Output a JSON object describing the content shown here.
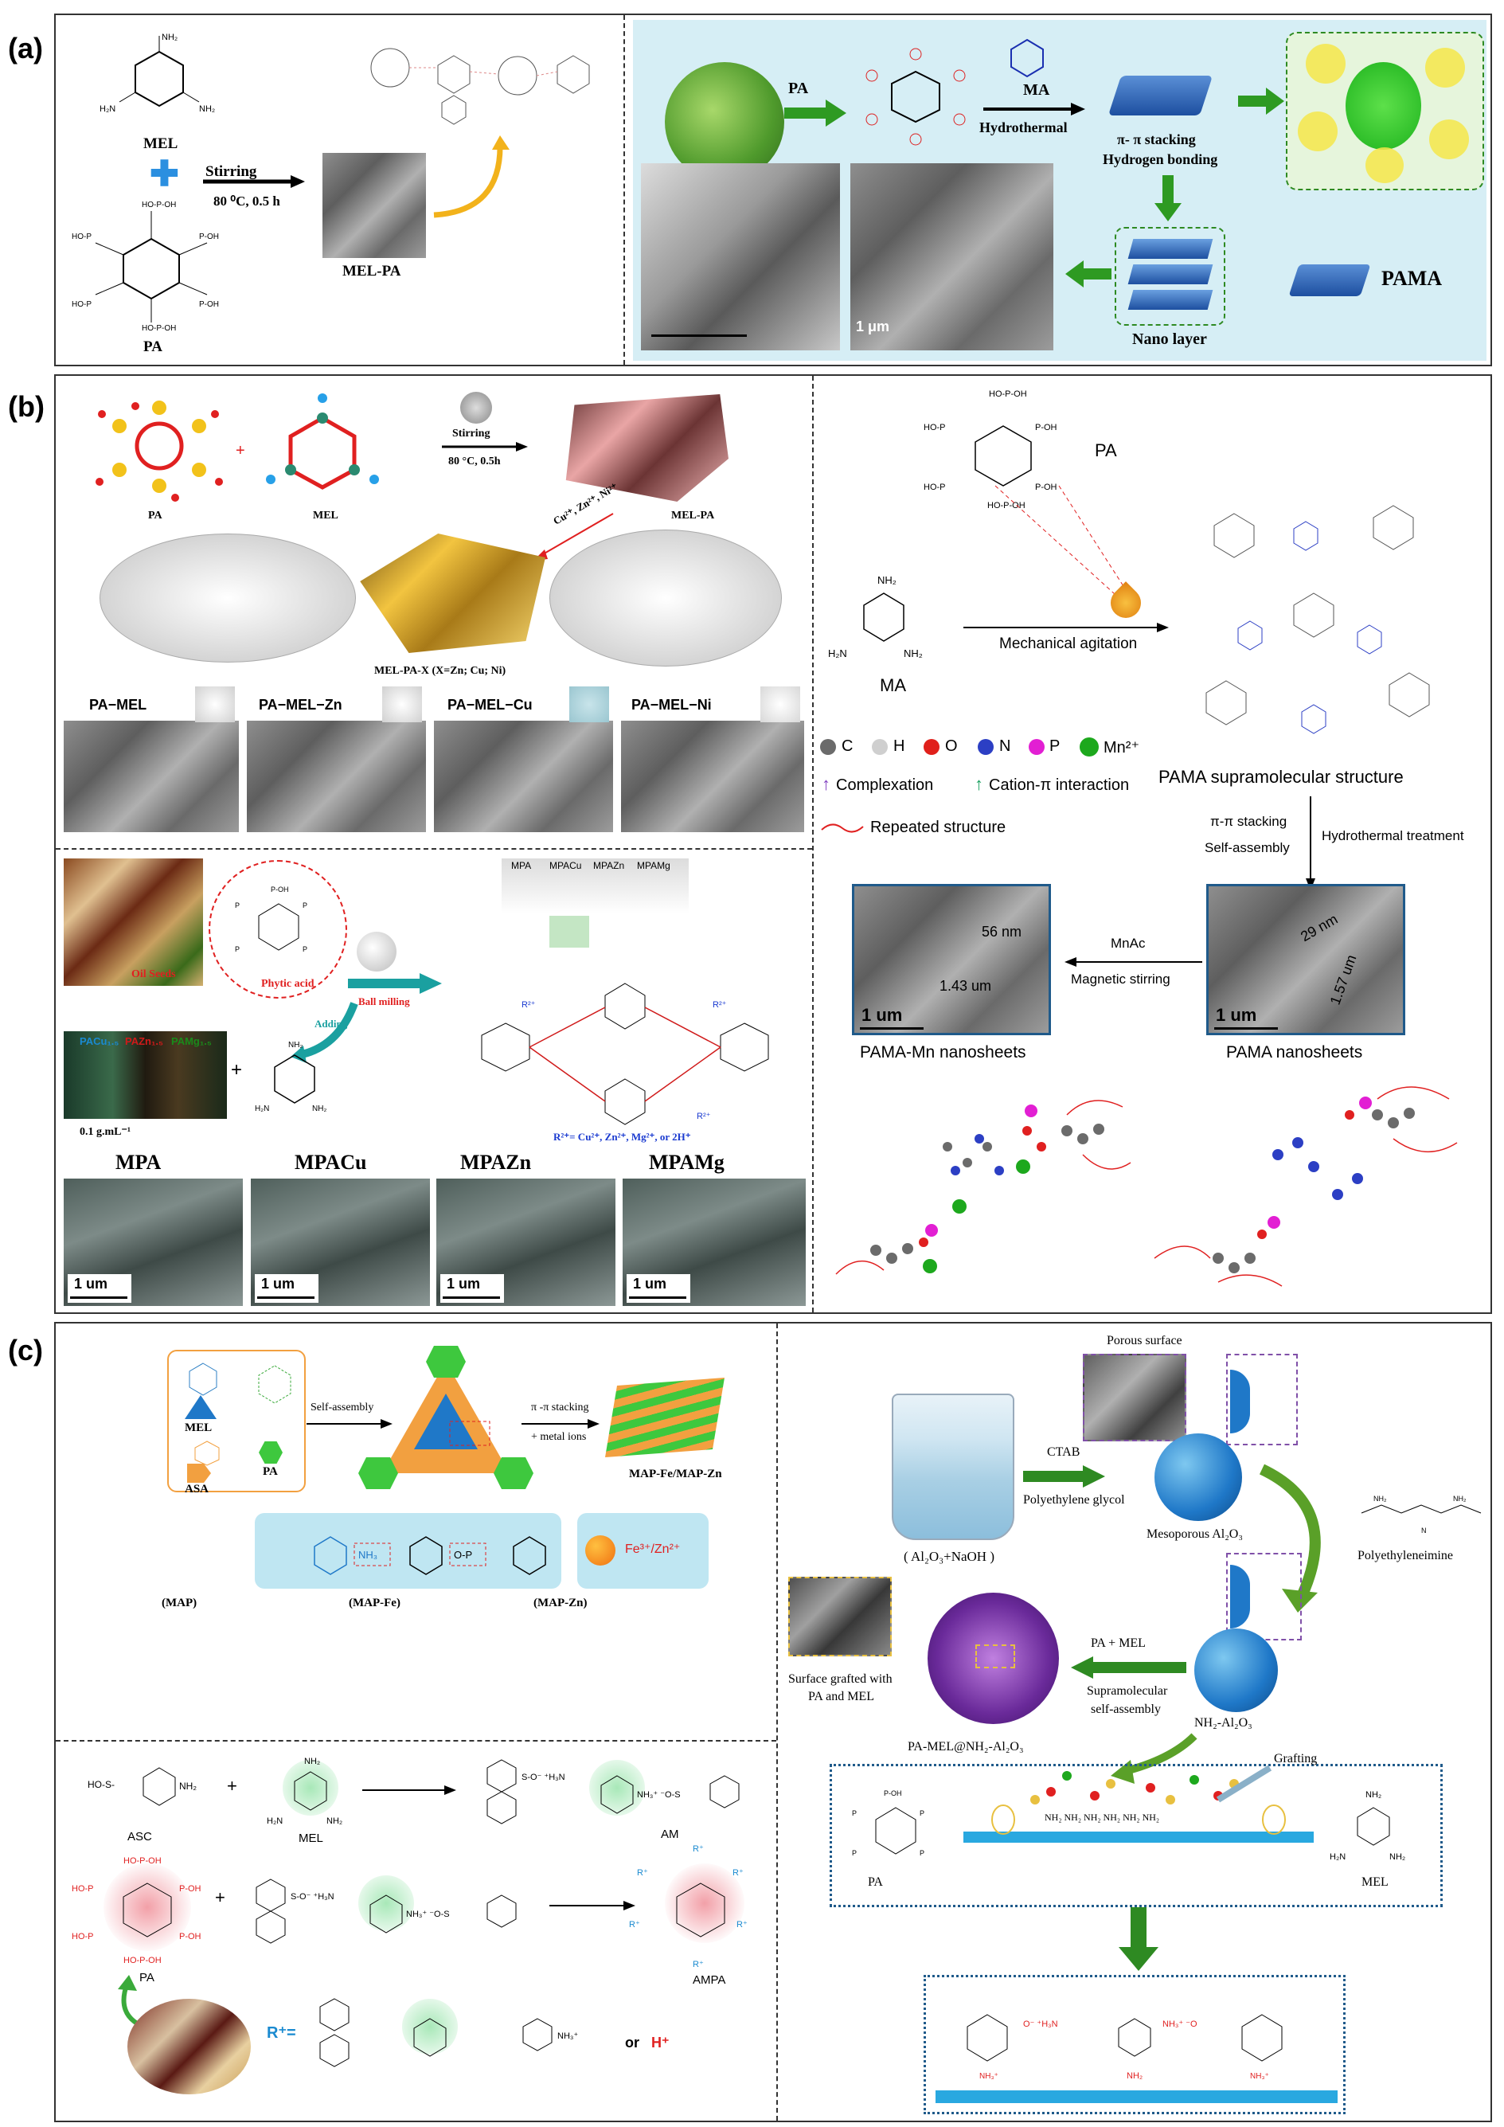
{
  "panel_a": {
    "label": "(a)",
    "mel": "MEL",
    "pa": "PA",
    "stirring": "Stirring",
    "conditions": "80 ⁰C, 0.5 h",
    "mel_pa": "MEL-PA",
    "right": {
      "pa_arrow": "PA",
      "ma_arrow": "MA",
      "hydrothermal": "Hydrothermal",
      "stacking": "π- π stacking",
      "hbond": "Hydrogen bonding",
      "nano_layer": "Nano layer",
      "pama": "PAMA",
      "scale": "1 μm"
    }
  },
  "panel_b": {
    "label": "(b)",
    "top": {
      "pa": "PA",
      "mel": "MEL",
      "stirring": "Stirring",
      "conditions": "80 °C,  0.5h",
      "mel_pa": "MEL-PA",
      "ions": "Cu²⁺, Zn²⁺, Ni²⁺",
      "mel_pa_x": "MEL-PA-X  (X=Zn; Cu; Ni)",
      "sem": [
        "PA−MEL",
        "PA−MEL−Zn",
        "PA−MEL−Cu",
        "PA−MEL−Ni"
      ]
    },
    "bottom": {
      "oil_seeds": "Oil  Seeds",
      "phytic_acid": "Phytic acid",
      "adding": "Adding",
      "ball_milling": "Ball milling",
      "vials": [
        "PACu₁.₅",
        "PAZn₁.₅",
        "PAMg₁.₅"
      ],
      "concentration": "0.1 g.mL⁻¹",
      "tubes": [
        "MPA",
        "MPACu",
        "MPAZn",
        "MPAMg"
      ],
      "r_def": "R²⁺= Cu²⁺, Zn²⁺, Mg²⁺, or 2H⁺",
      "sem": [
        "MPA",
        "MPACu",
        "MPAZn",
        "MPAMg"
      ],
      "scale": "1 um"
    },
    "right": {
      "pa": "PA",
      "ma": "MA",
      "agitation": "Mechanical agitation",
      "legend_atoms": [
        "C",
        "H",
        "O",
        "N",
        "P",
        "Mn²⁺"
      ],
      "atom_colors": [
        "#6b6b6b",
        "#cfcfcf",
        "#e0201b",
        "#2c3fc4",
        "#e21fd3",
        "#1da81d"
      ],
      "complexation": "Complexation",
      "cation_pi": "Cation-π interaction",
      "repeated": "Repeated structure",
      "supramolecular": "PAMA supramolecular structure",
      "pi_stacking": "π-π stacking",
      "self_assembly": "Self-assembly",
      "hydrothermal": "Hydrothermal treatment",
      "mnac": "MnAc",
      "magnetic": "Magnetic stirring",
      "mn_nanosheets": "PAMA-Mn nanosheets",
      "nanosheets": "PAMA nanosheets",
      "scale": "1 um",
      "d1": "56 nm",
      "d2": "1.43 um",
      "d3": "29 nm",
      "d4": "1.57 um"
    }
  },
  "panel_c": {
    "label": "(c)",
    "top": {
      "mel": "MEL",
      "asa": "ASA",
      "pa": "PA",
      "self_assembly": "Self-assembly",
      "stacking": "π -π stacking",
      "metal": "+ metal ions",
      "product": "MAP-Fe/MAP-Zn",
      "ions": "Fe³⁺/Zn²⁺",
      "sem": [
        "(MAP)",
        "(MAP-Fe)",
        "(MAP-Zn)"
      ]
    },
    "bottom": {
      "asc": "ASC",
      "mel": "MEL",
      "am": "AM",
      "pa": "PA",
      "ampa": "AMPA",
      "r_def": "R⁺=",
      "or": "or",
      "h": "H⁺"
    },
    "right": {
      "porous": "Porous surface",
      "ctab": "CTAB",
      "peg": "Polyethylene glycol",
      "mesoporous": "Mesoporous Al₂O₃",
      "pei": "Polyethyleneimine",
      "solution": "( Al₂O₃+NaOH )",
      "grafted": "Surface grafted with",
      "grafted2": "PA and MEL",
      "pa_mel": "PA + MEL",
      "supra": "Supramolecular",
      "self": "self-assembly",
      "nh2": "NH₂-Al₂O₃",
      "product": "PA-MEL@NH₂-Al₂O₃",
      "grafting": "Grafting",
      "pa": "PA",
      "mel": "MEL"
    }
  }
}
